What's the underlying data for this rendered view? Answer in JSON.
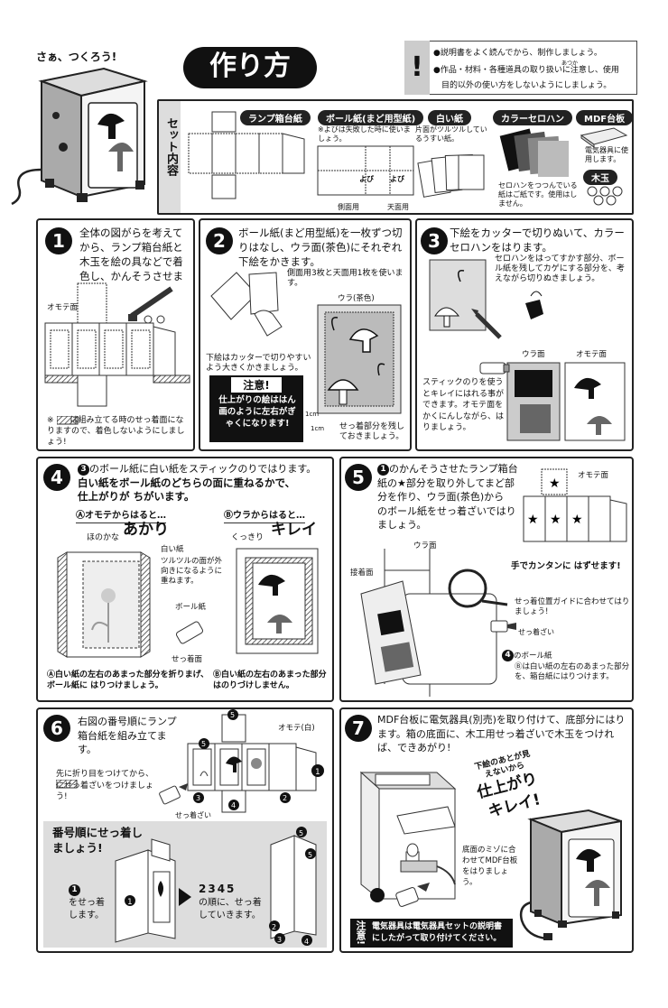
{
  "header": {
    "lets_make": "さぁ、つくろう!",
    "title": "作り方",
    "notice": "!",
    "notes": [
      "●説明書をよく読んでから、制作しましょう。",
      "●作品・材料・各種道具の取り扱いに注意し、使用",
      "目的以外の使い方をしないようにしましょう。"
    ],
    "ruby_atsukai": "あつか"
  },
  "set_contents": {
    "label": "セット内容",
    "items": {
      "lamp_box": "ランプ箱台紙",
      "ball_paper": "ボール紙(まど用型紙)",
      "ball_note": "※よびは失敗した時に使いましょう。",
      "yobi1": "よび",
      "yobi2": "よび",
      "side": "側面用",
      "top": "天面用",
      "white_paper": "白い紙",
      "white_note": "片面がツルツルしているうすい紙。",
      "cellophane": "カラーセロハン",
      "cello_note": "セロハンをつつんでいる紙はご紙です。使用はしません。",
      "mdf": "MDF台板",
      "mdf_note": "電気器具に使用します。",
      "wood": "木玉"
    }
  },
  "steps": {
    "s1": {
      "num": "1",
      "text": "全体の図がらを考えてから、ランプ箱台紙と木玉を絵の具などで着色し、かんそうさせます。",
      "omote": "オモテ面",
      "note": "※　　は組み立てる時のせっ着面になりますので、着色しないようにしましょう!"
    },
    "s2": {
      "num": "2",
      "text": "ボール紙(まど用型紙)を一枚ずつ切りはなし、ウラ面(茶色)にそれぞれ下絵をかきます。",
      "side_note": "側面用3枚と天面用1枚を使います。",
      "ura": "ウラ(茶色)",
      "cutter_note": "下絵はカッターで切りやすいよう大きくかきましょう。",
      "caution_title": "注意!",
      "caution_body": "仕上がりの絵ははん画のように左右がぎゃくになります!",
      "cm1": "1cm",
      "cm2": "1cm",
      "margin_note": "せっ着部分を残しておきましょう。"
    },
    "s3": {
      "num": "3",
      "text": "下絵をカッターで切りぬいて、カラーセロハンをはります。",
      "cello_note": "セロハンをはってすかす部分、ボール紙を残してカゲにする部分を、考えながら切りぬきましょう。",
      "ura": "ウラ面",
      "omote": "オモテ面",
      "stick_note": "スティックのりを使うとキレイにはれる事ができます。オモテ面をかくにんしながら、はりましょう。"
    },
    "s4": {
      "num": "4",
      "text1": "のボール紙に白い紙をスティックのりではります。",
      "ref": "3",
      "text2": "白い紙をボール紙のどちらの面に重ねるかで、",
      "text3": "仕上がりが ちがいます。",
      "a_label": "Ⓐオモテからはると…",
      "b_label": "Ⓑウラからはると…",
      "a_word_small": "ほのかな",
      "a_word": "あかり",
      "b_word_small": "くっきり",
      "b_word": "キレイ",
      "white": "白い紙",
      "white_note": "ツルツルの面が外向きになるように重ねます。",
      "ball": "ボール紙",
      "glue_face": "せっ着面",
      "a_note": "Ⓐ白い紙の左右のあまった部分を折りまげ、ボール紙に はりつけましょう。",
      "b_note": "Ⓑ白い紙の左右のあまった部分はのりづけしません。"
    },
    "s5": {
      "num": "5",
      "text": "のかんそうさせたランプ箱台紙の★部分を取り外してまど部分を作り、ウラ面(茶色)から　のボール紙をせっ着ざいではりましょう。",
      "ref1": "1",
      "ref2": "4",
      "omote": "オモテ面",
      "easy": "手でカンタンに はずせます!",
      "ura": "ウラ面",
      "contact": "接着面",
      "guide": "せっ着位置ガイドに合わせてはりましょう!",
      "adhesive": "せっ着ざい",
      "ball4": "のボール紙",
      "ball4_note": "Ⓑは白い紙の左右のあまった部分を、箱台紙にはりつけます。"
    },
    "s6": {
      "num": "6",
      "text": "右図の番号順にランプ箱台紙を組み立てます。",
      "omote": "オモテ(白)",
      "fold_note": "先に折り目をつけてから、　　にせっ着ざいをつけましょう!",
      "adhesive": "せっ着ざい",
      "order_title": "番号順にせっ着しましょう!",
      "glue1": "をせっ着します。",
      "glue_rest": "の順に、せっ着していきます。",
      "n1": "1",
      "n_rest": "2345"
    },
    "s7": {
      "num": "7",
      "text": "MDF台板に電気器具(別売)を取り付けて、底部分にはります。箱の底面に、木工用せっ着ざいで木玉をつければ、できあがり!",
      "bubble_small": "下絵のあとが見えないから",
      "bubble_big1": "仕上がり",
      "bubble_big2": "キレイ!",
      "mdf_note": "底面のミゾに合わせてMDF台板をはりましょう。",
      "caution_title": "注意!",
      "caution_body": "電気器具は電気器具セットの説明書にしたがって取り付けてください。"
    }
  }
}
